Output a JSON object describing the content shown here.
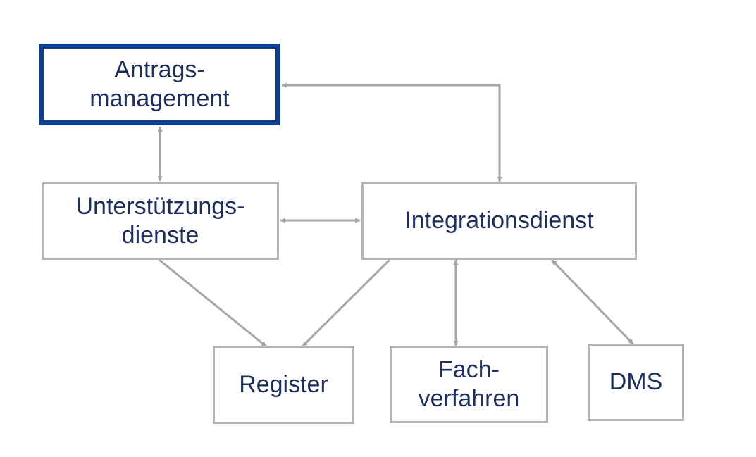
{
  "diagram": {
    "colors": {
      "primary_border": "#0b3d91",
      "node_border": "#b4b4b4",
      "edge": "#a6a6a6",
      "text": "#1f2f5c"
    },
    "nodes": {
      "antragsmanagement": "Antrags-\nmanagement",
      "unterstuetzungsdienste": "Unterstützungs-\ndienste",
      "integrationsdienst": "Integrationsdienst",
      "register": "Register",
      "fachverfahren": "Fach-\nverfahren",
      "dms": "DMS"
    },
    "edges": [
      {
        "from": "antragsmanagement",
        "to": "unterstuetzungsdienste",
        "direction": "both"
      },
      {
        "from": "integrationsdienst",
        "to": "antragsmanagement",
        "direction": "both"
      },
      {
        "from": "unterstuetzungsdienste",
        "to": "integrationsdienst",
        "direction": "both"
      },
      {
        "from": "unterstuetzungsdienste",
        "to": "register",
        "direction": "forward"
      },
      {
        "from": "integrationsdienst",
        "to": "register",
        "direction": "forward"
      },
      {
        "from": "integrationsdienst",
        "to": "fachverfahren",
        "direction": "both"
      },
      {
        "from": "integrationsdienst",
        "to": "dms",
        "direction": "both"
      }
    ]
  }
}
